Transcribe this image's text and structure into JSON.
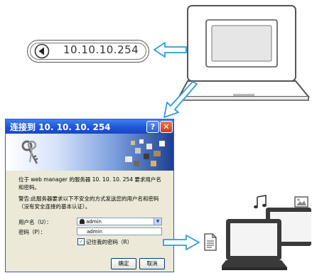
{
  "address_bar": {
    "url": "10.10.10.254",
    "icon": "back-arrow-icon"
  },
  "dialog": {
    "title": "连接到 10. 10. 10. 254",
    "help_label": "?",
    "close_label": "✕",
    "message_1": "位于 web manager 的服务器 10. 10. 10. 254 要求用户名和密码。",
    "message_2": "警告:此服务器要求以下不安全的方式发送您的用户名和密码（没有安全连接的基本认证）。",
    "username_label": "用户名（U）：",
    "username_value": "admin",
    "password_label": "密码（P）：",
    "password_value": "admin",
    "remember_label": "记住我的密码（R）",
    "remember_checked": true,
    "ok_label": "确定",
    "cancel_label": "取消"
  },
  "icons": [
    "laptop-icon",
    "keys-icon",
    "document-icon",
    "music-note-icon",
    "image-icon",
    "devices-icon"
  ],
  "colors": {
    "titlebar": "#2258d6",
    "dialog_bg": "#ECE9D8",
    "arrow": "#2f9bd8"
  }
}
